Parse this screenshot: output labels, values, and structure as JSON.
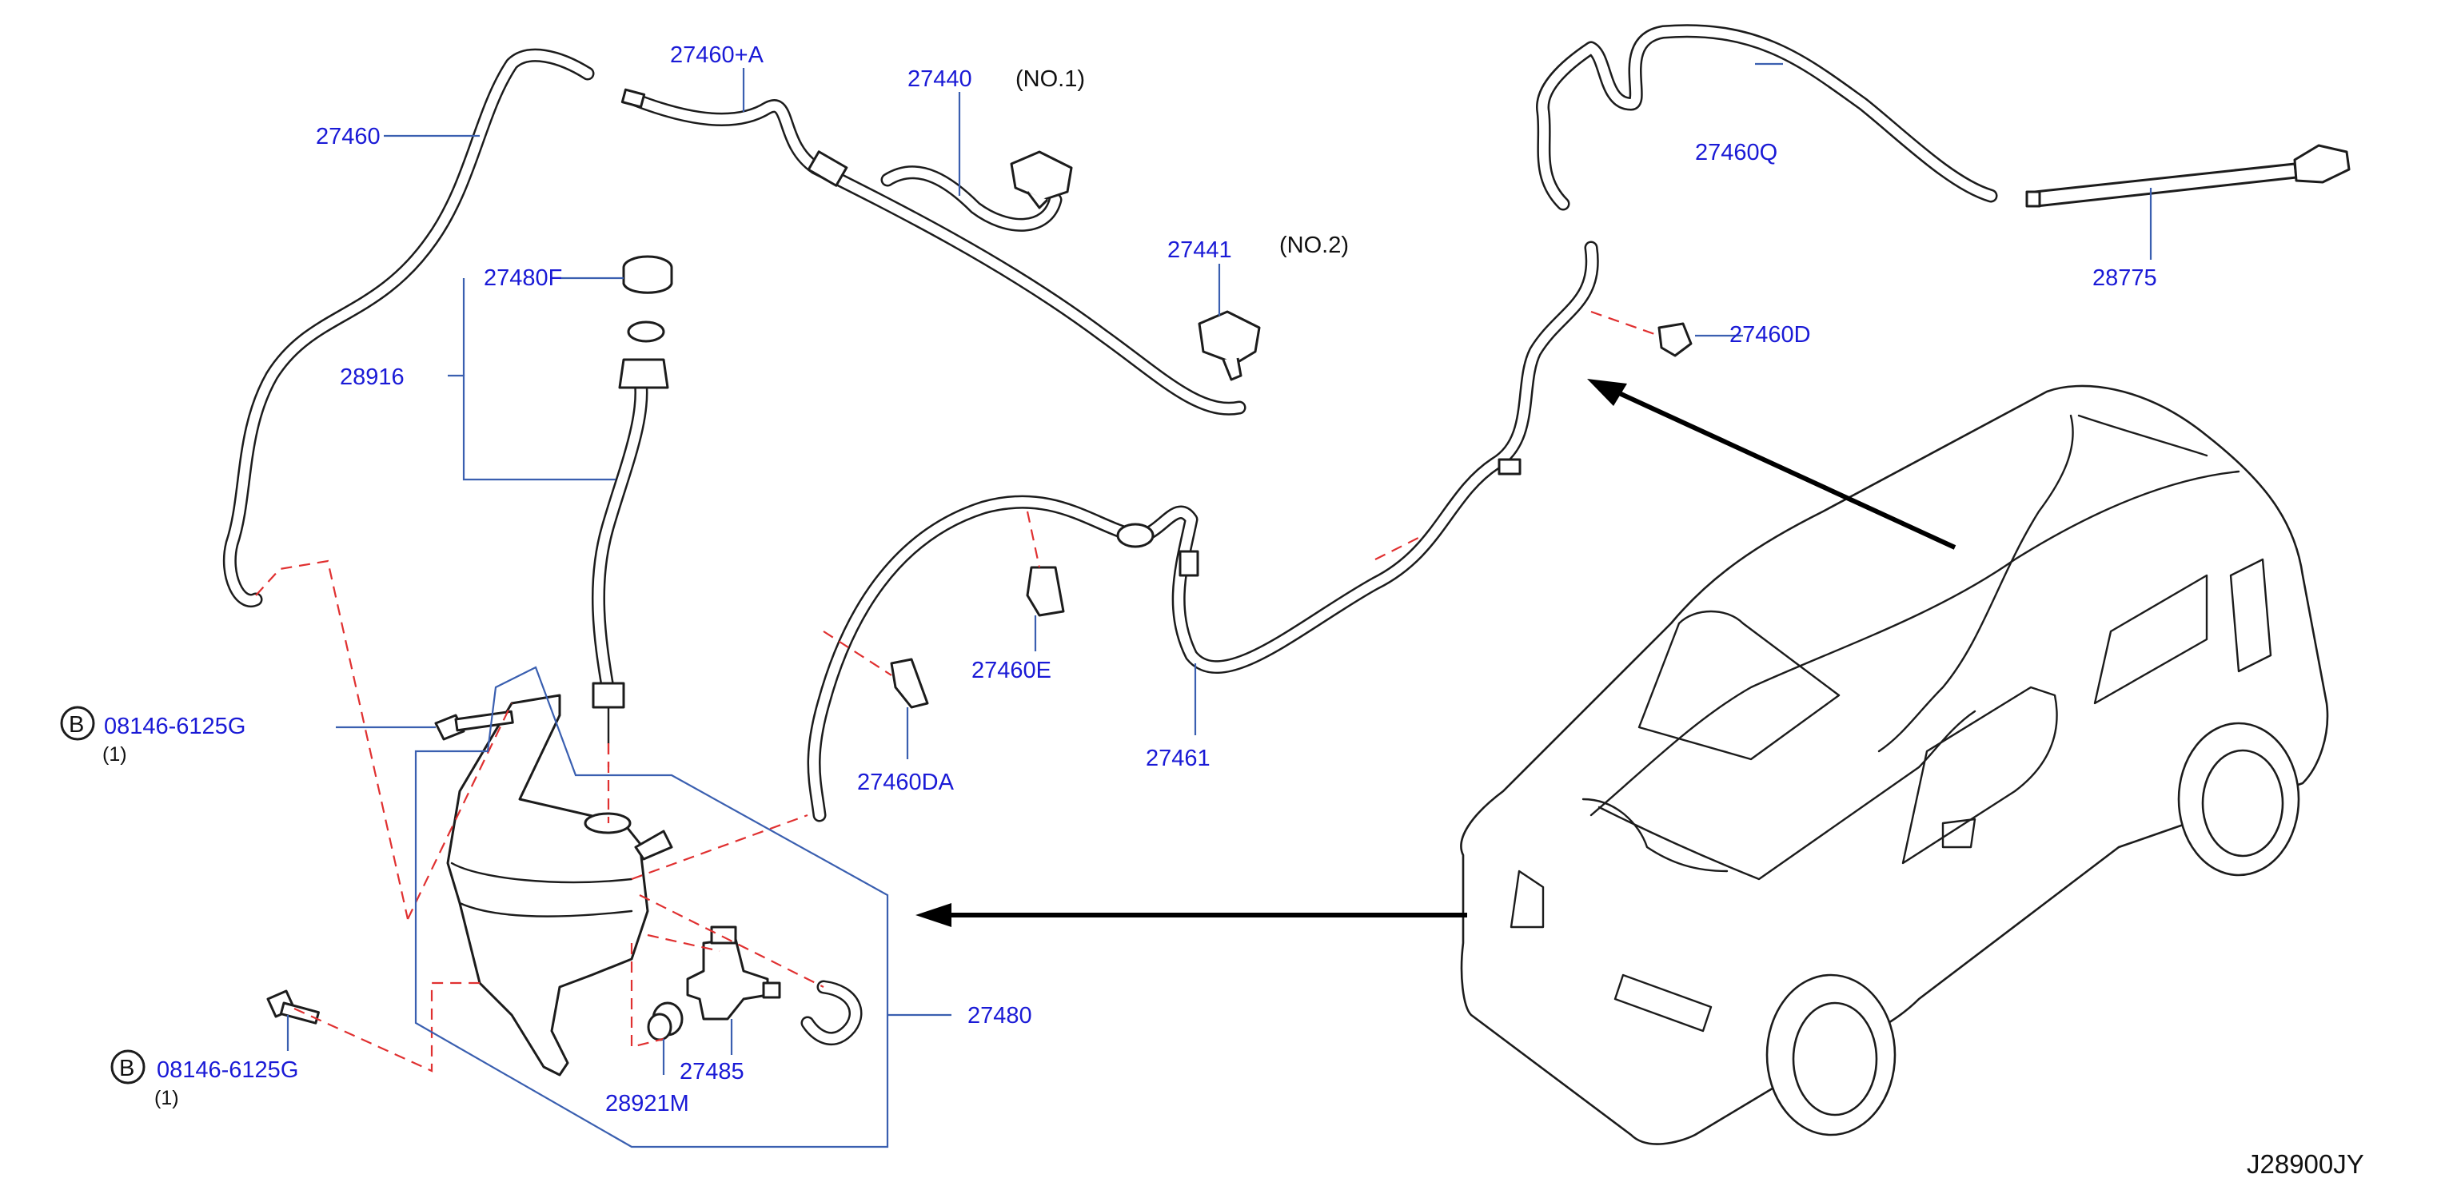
{
  "labels": {
    "p27460": "27460",
    "p27460A": "27460+A",
    "p27440": "27440",
    "no1": "(NO.1)",
    "p27441": "27441",
    "no2": "(NO.2)",
    "p27480F": "27480F",
    "p28916": "28916",
    "p27460Q": "27460Q",
    "p28775": "28775",
    "p27460D": "27460D",
    "p27460E": "27460E",
    "p27460DA": "27460DA",
    "p27461": "27461",
    "bolt1": "08146-6125G",
    "bolt1_qty": "(1)",
    "bolt2": "08146-6125G",
    "bolt2_qty": "(1)",
    "b1": "B",
    "b2": "B",
    "p27480": "27480",
    "p27485": "27485",
    "p28921M": "28921M",
    "diagram_id": "J28900JY"
  }
}
